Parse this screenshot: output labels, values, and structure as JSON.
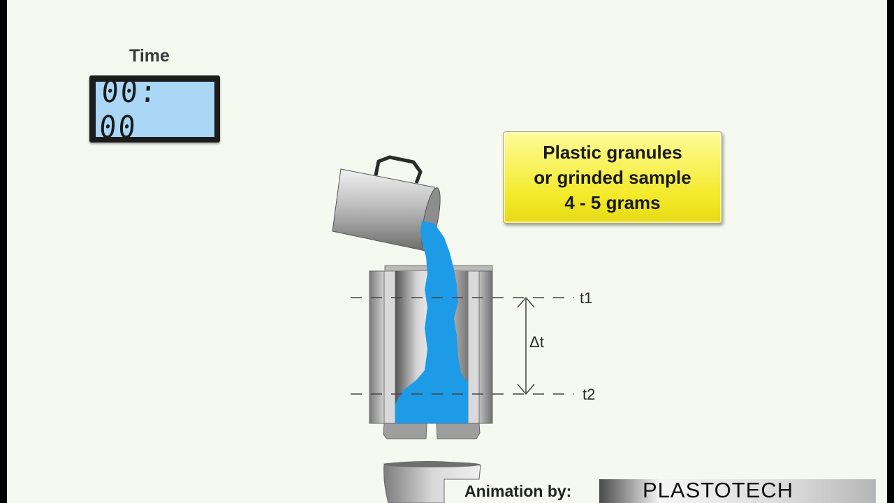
{
  "timer": {
    "label": "Time",
    "display": "00: 00"
  },
  "callout": {
    "lines": [
      "Plastic granules",
      "or grinded sample",
      "4 - 5 grams"
    ]
  },
  "markers": {
    "top": "t1",
    "bottom": "t2",
    "interval": "Δt"
  },
  "footer": {
    "credit": "Animation by:",
    "brand": "PLASTOTECH"
  },
  "colors": {
    "sample": "#1e9be6",
    "callout": "#f3ea2a",
    "timer_screen": "#a9d7f5"
  }
}
